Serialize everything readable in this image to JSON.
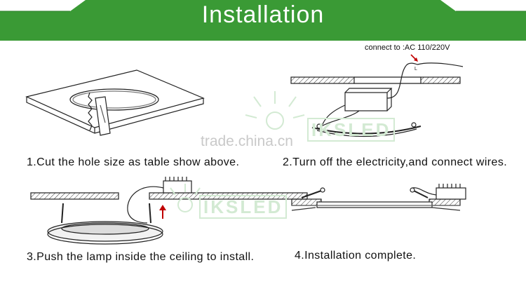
{
  "header": {
    "title": "Installation",
    "bg_color": "#3a9a35"
  },
  "steps": [
    {
      "caption": "1.Cut the hole size as table show above."
    },
    {
      "caption": "2.Turn off the electricity,and connect wires."
    },
    {
      "caption": "3.Push the lamp inside the ceiling to install."
    },
    {
      "caption": "4.Installation complete."
    }
  ],
  "wiring_note": "connect to :AC 110/220V",
  "watermarks": {
    "site": "trade.china.cn",
    "brand": "IKSLED"
  }
}
